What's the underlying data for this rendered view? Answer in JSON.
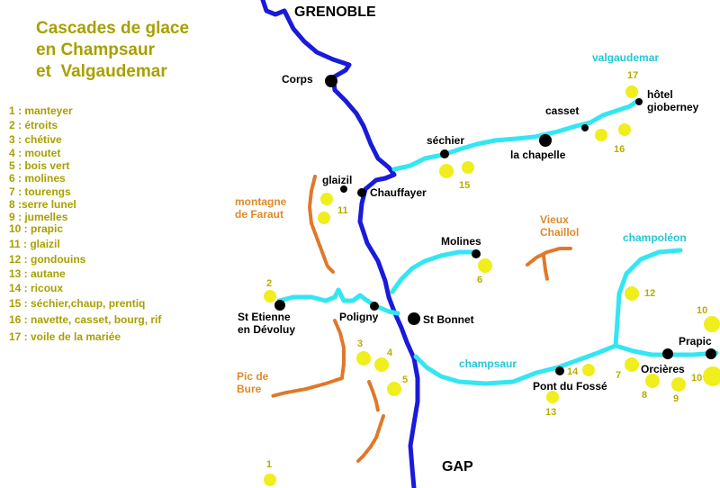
{
  "title": [
    "Cascades de glace",
    "en Champsaur",
    "et  Valgaudemar"
  ],
  "legend": [
    {
      "n": 1,
      "text": "1 : manteyer"
    },
    {
      "n": 2,
      "text": "2 : étroits"
    },
    {
      "n": 3,
      "text": "3 : chétive"
    },
    {
      "n": 4,
      "text": "4 : moutet"
    },
    {
      "n": 5,
      "text": "5 : bois vert"
    },
    {
      "n": 6,
      "text": "6 : molines"
    },
    {
      "n": 7,
      "text": "7 : tourengs"
    },
    {
      "n": 8,
      "text": "8 :serre lunel"
    },
    {
      "n": 9,
      "text": "9 : jumelles"
    },
    {
      "n": 10,
      "text": "10 : prapic"
    },
    {
      "n": 11,
      "text": "11 : glaizil"
    },
    {
      "n": 12,
      "text": "12 : gondouins"
    },
    {
      "n": 13,
      "text": "13 : autane"
    },
    {
      "n": 14,
      "text": "14 : ricoux"
    },
    {
      "n": 15,
      "text": "15 : séchier,chaup, prentiq"
    },
    {
      "n": 16,
      "text": "16 : navette, casset, bourg, rif"
    },
    {
      "n": 17,
      "text": "17 : voile de la mariée"
    }
  ],
  "cities": {
    "grenoble": "GRENOBLE",
    "gap": "GAP"
  },
  "towns": {
    "corps": "Corps",
    "chauffayer": "Chauffayer",
    "glaizil": "glaizil",
    "sechier": "séchier",
    "la_chapelle": "la chapelle",
    "casset": "casset",
    "hotel": [
      "hôtel",
      "gioberney"
    ],
    "molines": "Molines",
    "st_etienne": [
      "St Etienne",
      "en Dévoluy"
    ],
    "poligny": "Poligny",
    "st_bonnet": "St Bonnet",
    "pont_du_fosse": "Pont du Fossé",
    "orcieres": "Orcières",
    "prapic": "Prapic"
  },
  "valleys": {
    "valgaudemar": "valgaudemar",
    "champoleon": "champoléon",
    "champsaur": "champsaur"
  },
  "mountains": {
    "faraut": [
      "montagne",
      "de Faraut"
    ],
    "chaillol": [
      "Vieux",
      "Chaillol"
    ],
    "bure": [
      "Pic de",
      "Bure"
    ]
  },
  "spot_numbers": [
    "17",
    "16",
    "15",
    "11",
    "6",
    "12",
    "2",
    "3",
    "4",
    "5",
    "14",
    "7",
    "8",
    "9",
    "10",
    "10",
    "13",
    "1"
  ],
  "colors": {
    "drac_river": "#1a1adb",
    "valley_river": "#33e6f2",
    "ridge": "#e0782a",
    "spot": "#f0ee1c",
    "title": "#a8a000",
    "town_dot": "#000000"
  }
}
